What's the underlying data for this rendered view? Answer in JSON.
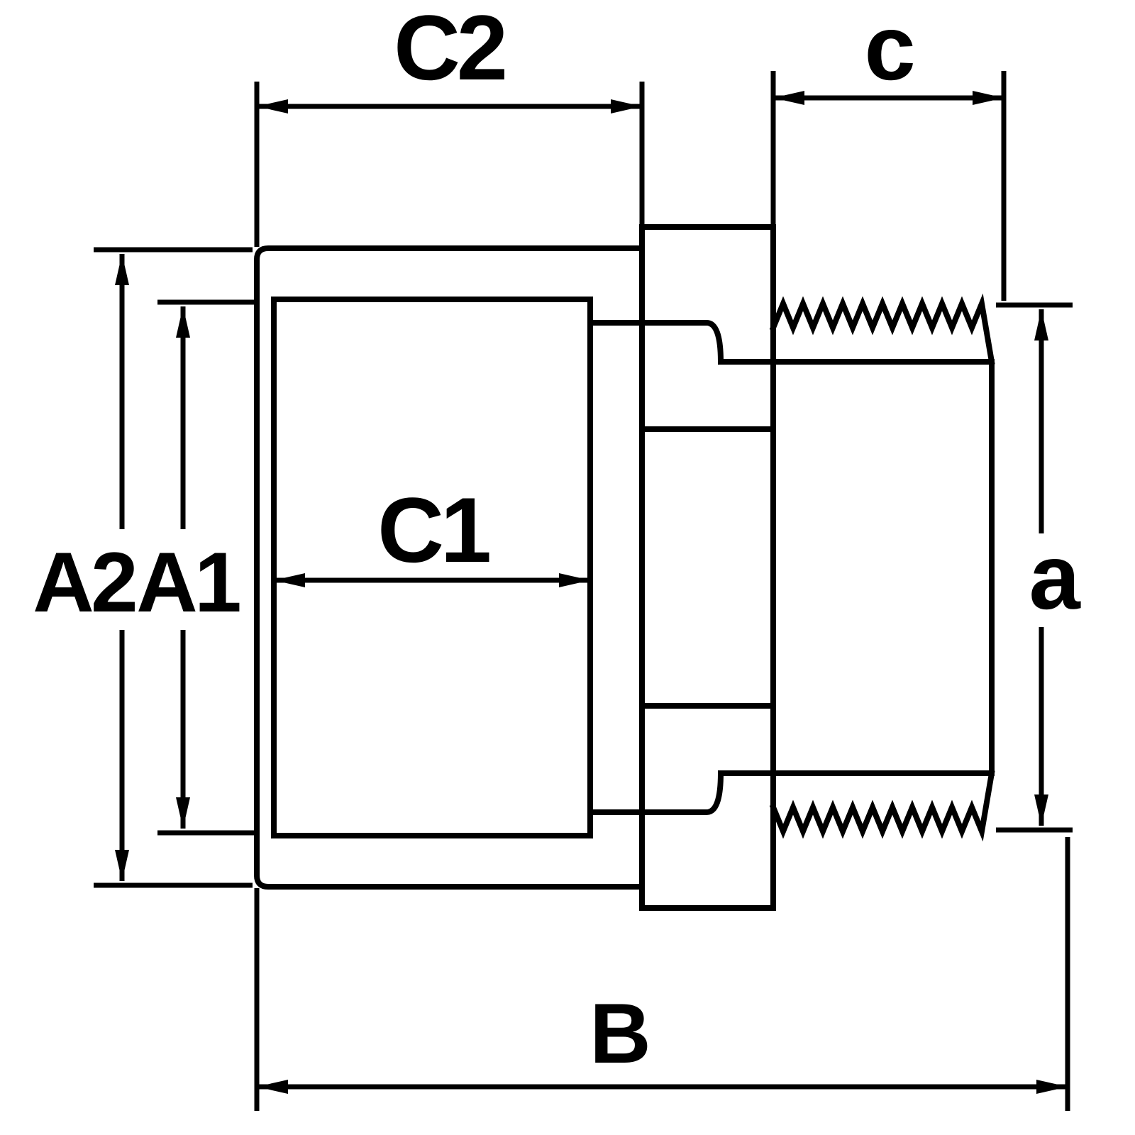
{
  "colors": {
    "ink": "#000000",
    "background": "#ffffff"
  },
  "labels": {
    "c2": "C2",
    "c": "c",
    "a2": "A2",
    "a1": "A1",
    "c1": "C1",
    "a": "a",
    "b": "B"
  }
}
